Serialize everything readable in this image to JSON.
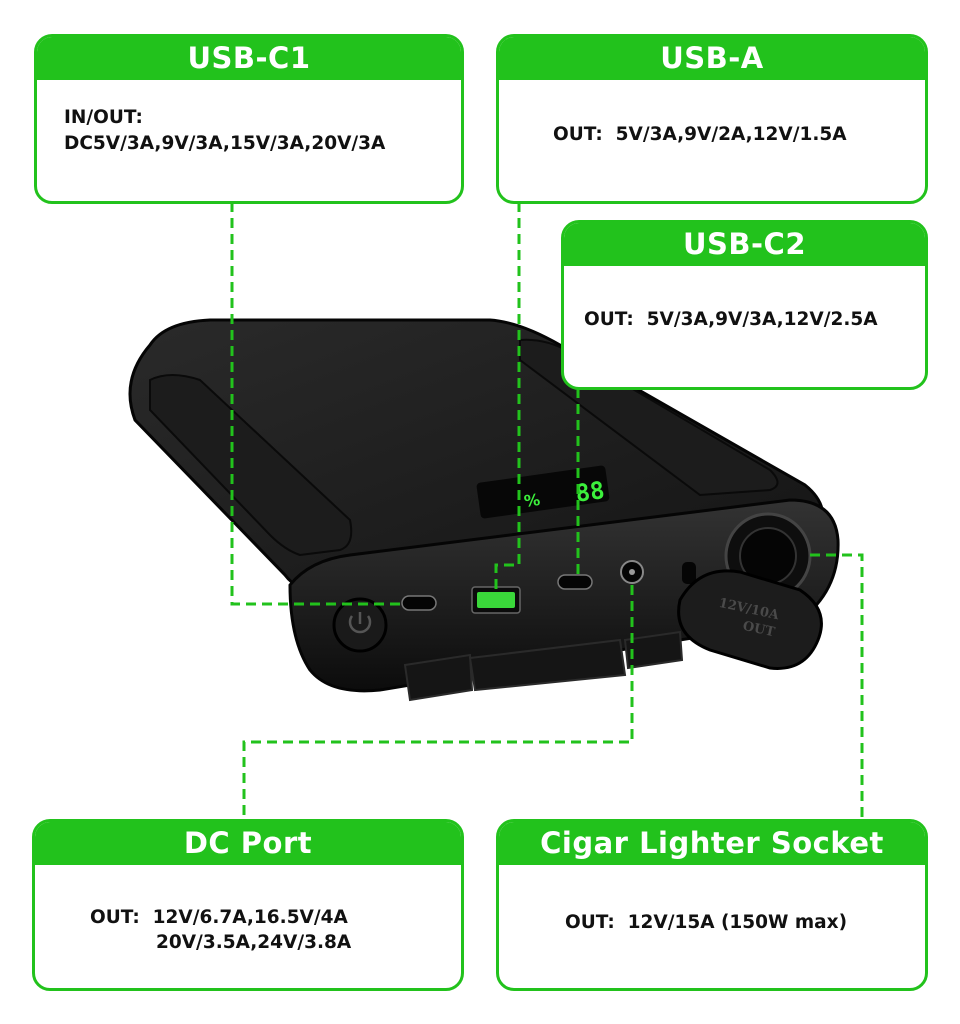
{
  "accent_color": "#22c21c",
  "callouts": {
    "usb_c1": {
      "title": "USB-C1",
      "lines": [
        "IN/OUT:",
        "DC5V/3A,9V/3A,15V/3A,20V/3A"
      ]
    },
    "usb_a": {
      "title": "USB-A",
      "lines": [
        "OUT:  5V/3A,9V/2A,12V/1.5A"
      ]
    },
    "usb_c2": {
      "title": "USB-C2",
      "lines": [
        "OUT:  5V/3A,9V/3A,12V/2.5A"
      ]
    },
    "dc_port": {
      "title": "DC Port",
      "lines": [
        "OUT:  12V/6.7A,16.5V/4A",
        "20V/3.5A,24V/3.8A"
      ]
    },
    "cigar": {
      "title": "Cigar Lighter Socket",
      "lines": [
        "OUT:  12V/15A (150W max)"
      ]
    }
  },
  "device": {
    "display_text": "88",
    "cap_label_line1": "12V/10A",
    "cap_label_line2": "OUT"
  }
}
